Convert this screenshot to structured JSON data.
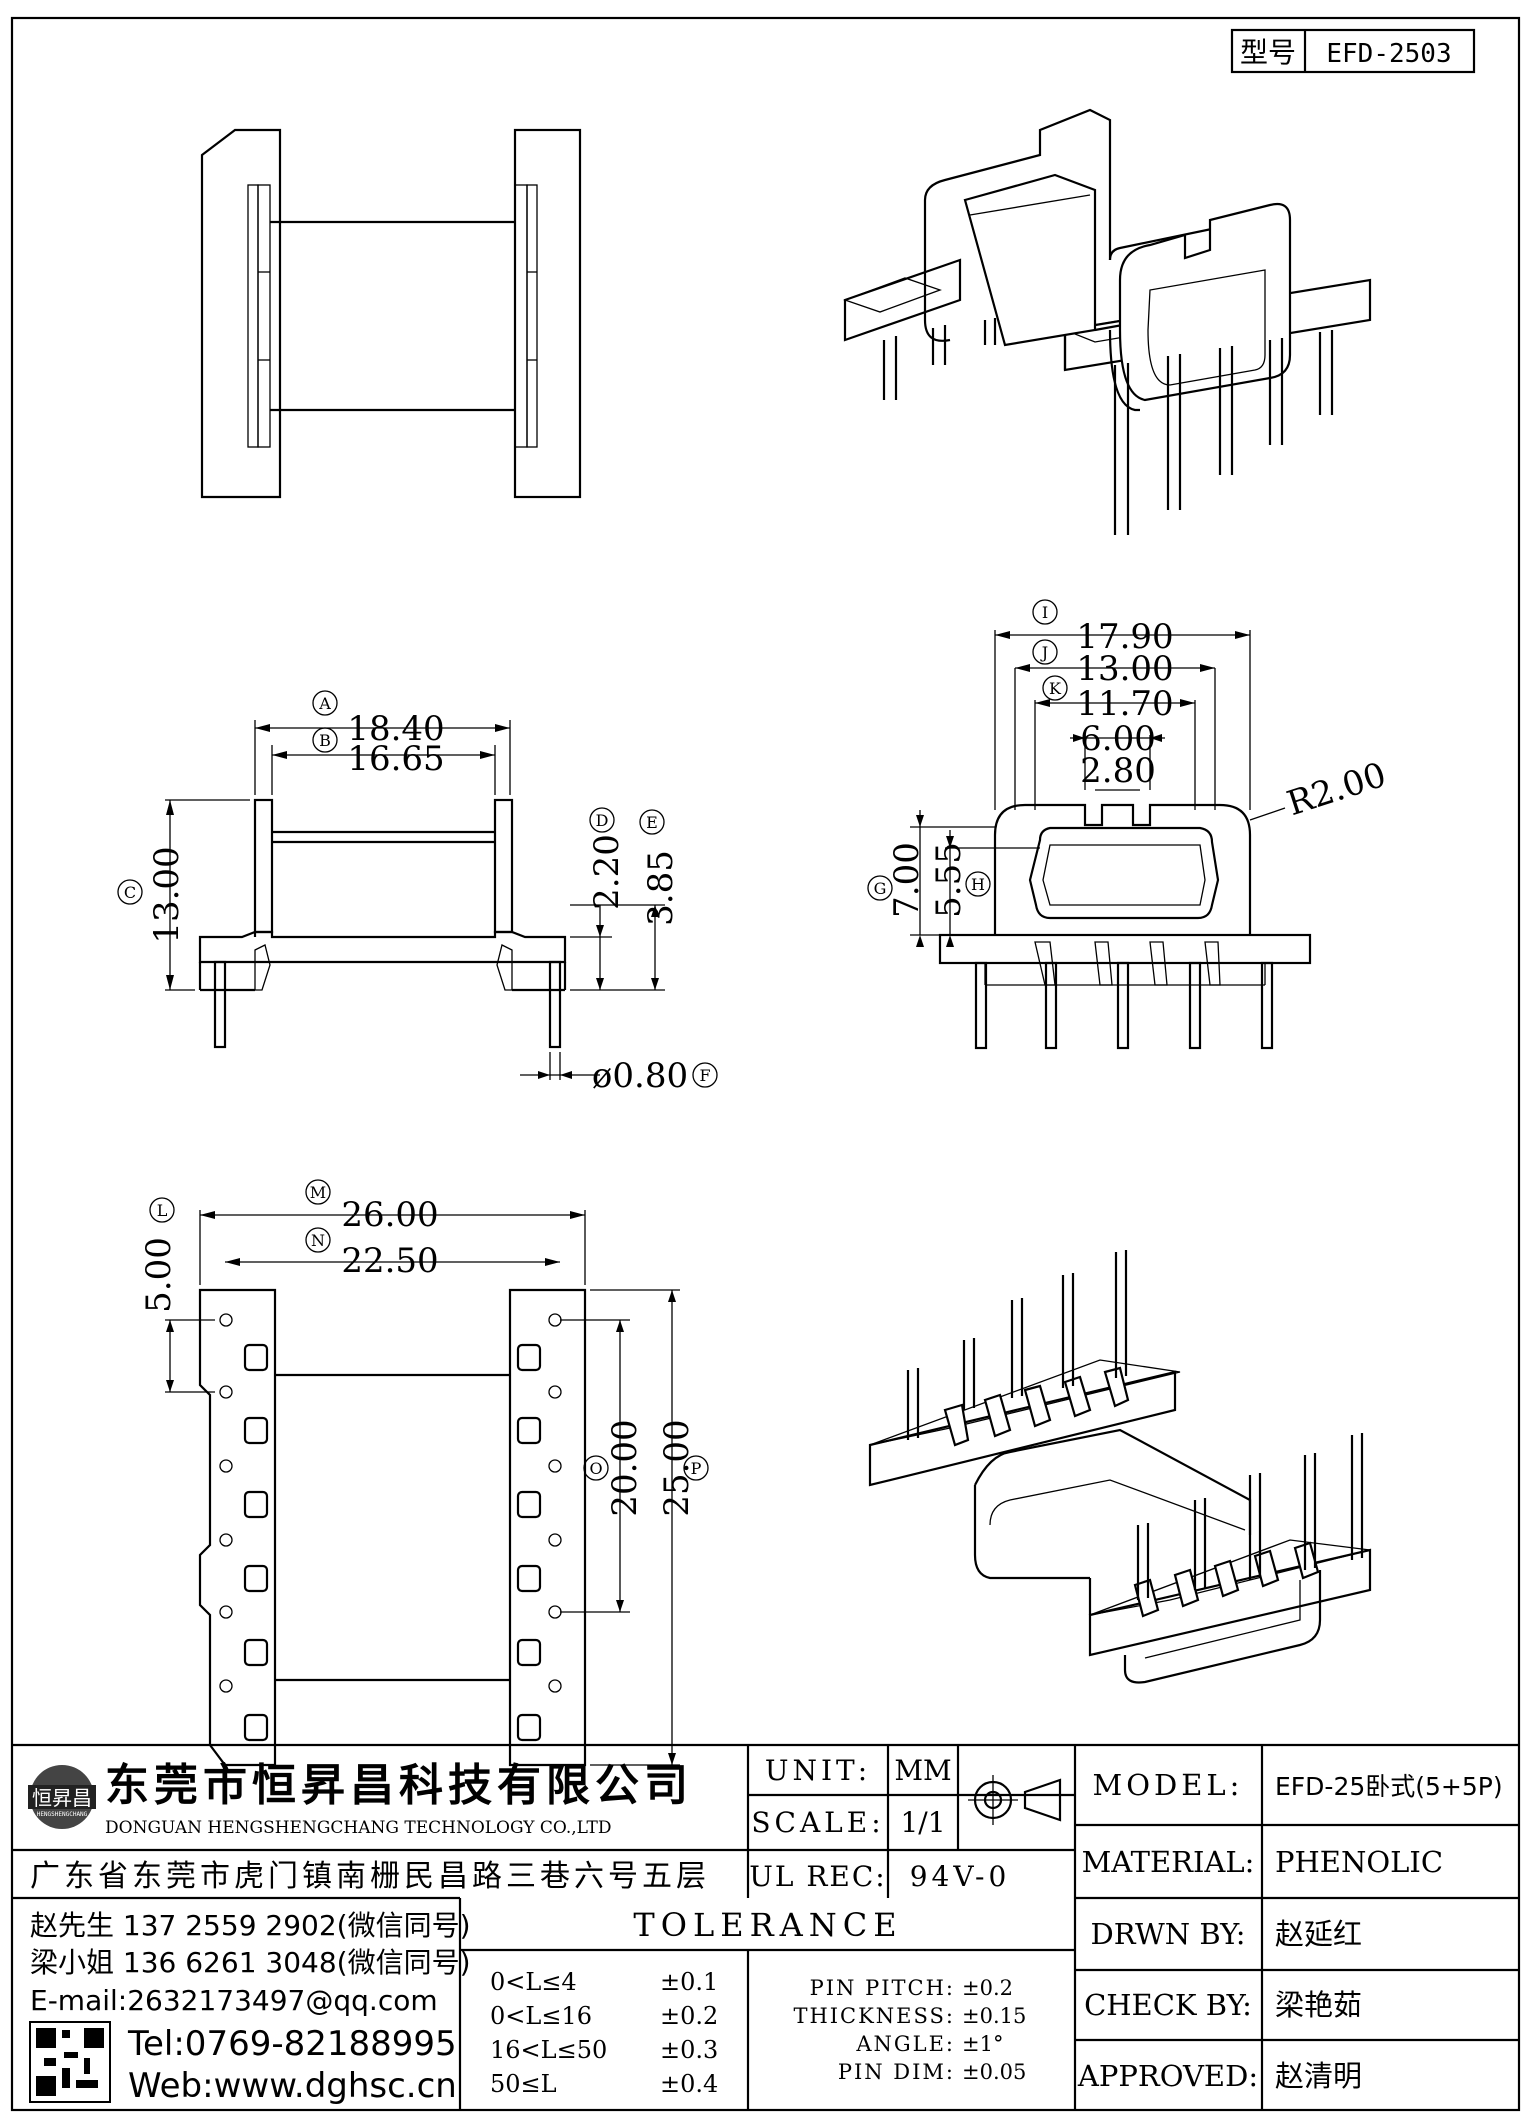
{
  "header": {
    "type_label": "型号",
    "type_value": "EFD-2503"
  },
  "dimensions": {
    "A": {
      "tag": "A",
      "value": "18.40"
    },
    "B": {
      "tag": "B",
      "value": "16.65"
    },
    "C": {
      "tag": "C",
      "value": "13.00"
    },
    "D": {
      "tag": "D",
      "value": "2.20"
    },
    "E": {
      "tag": "E",
      "value": "3.85"
    },
    "F": {
      "tag": "F",
      "value": "ø0.80"
    },
    "G": {
      "tag": "G",
      "value": "7.00"
    },
    "H": {
      "tag": "H",
      "value": "5.55"
    },
    "I": {
      "tag": "I",
      "value": "17.90"
    },
    "J": {
      "tag": "J",
      "value": "13.00"
    },
    "K": {
      "tag": "K",
      "value": "11.70"
    },
    "six": "6.00",
    "twoeight": "2.80",
    "radius": "R2.00",
    "L": {
      "tag": "L",
      "value": "5.00"
    },
    "M": {
      "tag": "M",
      "value": "26.00"
    },
    "N": {
      "tag": "N",
      "value": "22.50"
    },
    "O": {
      "tag": "O",
      "value": "20.00"
    },
    "P": {
      "tag": "P",
      "value": "25.00"
    }
  },
  "company": {
    "name_cn": "东莞市恒昇昌科技有限公司",
    "name_en": "DONGUAN HENGSHENGCHANG TECHNOLOGY CO.,LTD",
    "address": "广东省东莞市虎门镇南栅民昌路三巷六号五层",
    "logo_text": "恒昇昌",
    "logo_sub": "HENGSHENGCHANG",
    "contact1": "赵先生 137 2559 2902(微信同号)",
    "contact2": "梁小姐 136 6261 3048(微信同号)",
    "email": "E-mail:2632173497@qq.com",
    "tel": "Tel:0769-82188995",
    "web": "Web:www.dghsc.cn"
  },
  "spec": {
    "unit_label": "UNIT:",
    "unit_value": "MM",
    "scale_label": "SCALE:",
    "scale_value": "1/1",
    "ul_label": "UL REC:",
    "ul_value": "94V-0",
    "tolerance_title": "TOLERANCE",
    "tolerances": [
      {
        "range": "0<L≤4",
        "value": "±0.1"
      },
      {
        "range": "0<L≤16",
        "value": "±0.2"
      },
      {
        "range": "16<L≤50",
        "value": "±0.3"
      },
      {
        "range": "50≤L",
        "value": "±0.4"
      }
    ],
    "extra": [
      {
        "label": "PIN PITCH:",
        "value": "±0.2"
      },
      {
        "label": "THICKNESS:",
        "value": "±0.15"
      },
      {
        "label": "ANGLE:",
        "value": "±1°"
      },
      {
        "label": "PIN DIM:",
        "value": "±0.05"
      }
    ]
  },
  "title_block": {
    "model_label": "MODEL:",
    "model_value": "EFD-25卧式(5+5P)",
    "material_label": "MATERIAL:",
    "material_value": "PHENOLIC",
    "drawn_label": "DRWN BY:",
    "drawn_value": "赵延红",
    "check_label": "CHECK BY:",
    "check_value": "梁艳茹",
    "approved_label": "APPROVED:",
    "approved_value": "赵清明"
  }
}
